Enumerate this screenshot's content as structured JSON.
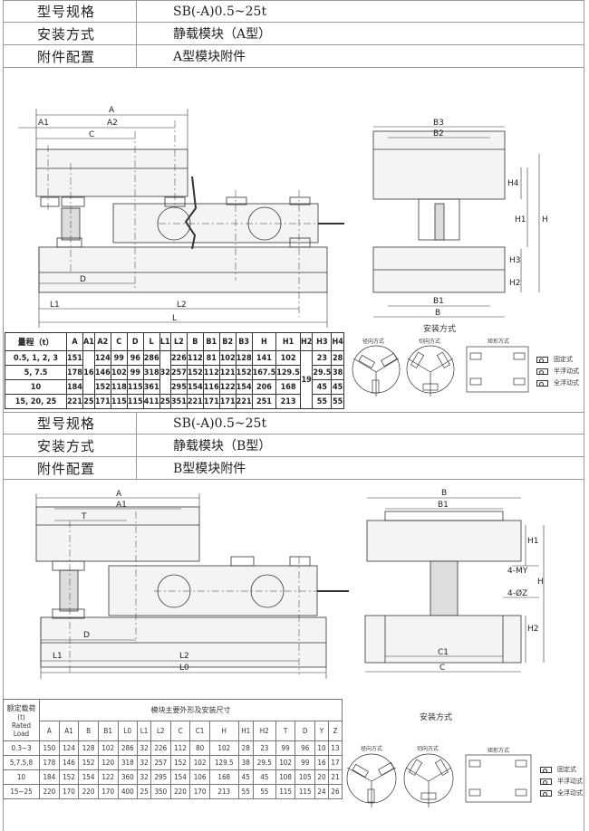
{
  "section_a": {
    "spec_label": "型号规格",
    "spec_value": "SB(-A)0.5~25t",
    "install_label": "安装方式",
    "install_value": "静载模块（A型）",
    "accessory_label": "附件配置",
    "accessory_value": "A型模块附件",
    "dims_front": [
      "A",
      "A1",
      "A2",
      "C",
      "D",
      "L1",
      "L2",
      "L"
    ],
    "dims_side": [
      "B3",
      "B2",
      "H4",
      "H1",
      "H",
      "H3",
      "H2",
      "B1",
      "B"
    ],
    "table": {
      "headers": [
        "量程（t）",
        "A",
        "A1",
        "A2",
        "C",
        "D",
        "L",
        "L1",
        "L2",
        "B",
        "B1",
        "B2",
        "B3",
        "H",
        "H1",
        "H2",
        "H3",
        "H4"
      ],
      "rows": [
        [
          "0.5, 1, 2, 3",
          "151",
          "16",
          "124",
          "99",
          "96",
          "286",
          "32",
          "226",
          "112",
          "81",
          "102",
          "128",
          "141",
          "102",
          "19",
          "23",
          "28"
        ],
        [
          "5, 7.5",
          "178",
          "",
          "146",
          "102",
          "99",
          "318",
          "",
          "257",
          "152",
          "112",
          "121",
          "152",
          "167.5",
          "129.5",
          "",
          "29.5",
          "38"
        ],
        [
          "10",
          "184",
          "",
          "152",
          "118",
          "115",
          "361",
          "",
          "295",
          "154",
          "116",
          "122",
          "154",
          "206",
          "168",
          "",
          "45",
          "45"
        ],
        [
          "15, 20, 25",
          "221",
          "25",
          "171",
          "115",
          "115",
          "411",
          "25",
          "351",
          "221",
          "171",
          "171",
          "221",
          "251",
          "213",
          "",
          "55",
          "55"
        ]
      ]
    }
  },
  "section_b": {
    "spec_label": "型号规格",
    "spec_value": "SB(-A)0.5~25t",
    "install_label": "安装方式",
    "install_value": "静载模块（B型）",
    "accessory_label": "附件配置",
    "accessory_value": "B型模块附件",
    "dims_front": [
      "A",
      "A1",
      "T",
      "D",
      "L1",
      "L2",
      "L0"
    ],
    "dims_side": [
      "B",
      "B1",
      "H1",
      "4-MY",
      "H",
      "4-ØZ",
      "H2",
      "C1",
      "C"
    ],
    "table": {
      "load_header": "额定载荷(t)",
      "load_header_en": "Rated Load",
      "group_header": "模块主要外形及安装尺寸",
      "headers": [
        "A",
        "A1",
        "B",
        "B1",
        "L0",
        "L1",
        "L2",
        "C",
        "C1",
        "H",
        "H1",
        "H2",
        "T",
        "D",
        "Y",
        "Z"
      ],
      "rows": [
        [
          "0.3~3",
          "150",
          "124",
          "128",
          "102",
          "286",
          "32",
          "226",
          "112",
          "80",
          "102",
          "28",
          "23",
          "99",
          "96",
          "10",
          "13"
        ],
        [
          "5,7.5,8",
          "178",
          "146",
          "152",
          "120",
          "318",
          "32",
          "257",
          "152",
          "102",
          "129.5",
          "38",
          "29.5",
          "102",
          "99",
          "16",
          "17"
        ],
        [
          "10",
          "184",
          "152",
          "154",
          "122",
          "360",
          "32",
          "295",
          "154",
          "106",
          "168",
          "45",
          "45",
          "108",
          "105",
          "20",
          "21"
        ],
        [
          "15~25",
          "220",
          "170",
          "220",
          "170",
          "400",
          "25",
          "350",
          "220",
          "170",
          "213",
          "55",
          "55",
          "115",
          "115",
          "24",
          "26"
        ]
      ]
    }
  },
  "install": {
    "title": "安装方式",
    "radial": "径向方式",
    "tangential": "切向方式",
    "rect": "矩形方式",
    "legend": [
      "固定式",
      "半浮动式",
      "全浮动式"
    ]
  }
}
